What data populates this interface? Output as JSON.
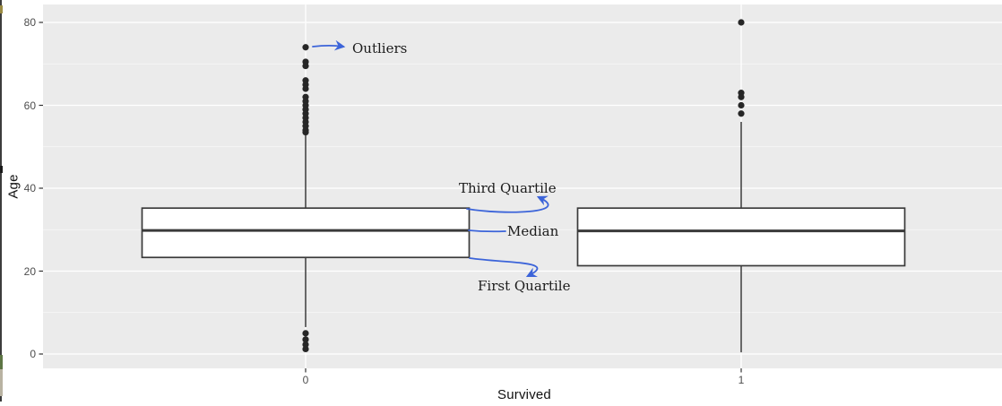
{
  "chart_data": {
    "type": "boxplot",
    "title": "",
    "xlabel": "Survived",
    "ylabel": "Age",
    "x_categories": [
      "0",
      "1"
    ],
    "y_ticks": [
      0,
      20,
      40,
      60,
      80
    ],
    "y_minor_ticks": [
      10,
      30,
      50,
      70
    ],
    "ylim": [
      -3.5,
      84.5
    ],
    "grid": "on",
    "legend": "none",
    "groups": [
      {
        "category": "0",
        "whisker_low": 6.5,
        "q1": 23.3,
        "median": 29.8,
        "q3": 35.2,
        "whisker_high": 52.8,
        "outliers_high": [
          74,
          70.5,
          69.5,
          66,
          65,
          64,
          62,
          61,
          60,
          59,
          58,
          57,
          56,
          55,
          54,
          53.5
        ],
        "outliers_low": [
          5,
          3.5,
          2.3,
          1.2
        ]
      },
      {
        "category": "1",
        "whisker_low": 0.4,
        "q1": 21.3,
        "median": 29.7,
        "q3": 35.2,
        "whisker_high": 56,
        "outliers_high": [
          80,
          63,
          62,
          60,
          58
        ],
        "outliers_low": []
      }
    ],
    "annotations": [
      {
        "id": "outliers",
        "text": "Outliers"
      },
      {
        "id": "third-quartile",
        "text": "Third Quartile"
      },
      {
        "id": "median",
        "text": "Median"
      },
      {
        "id": "first-quartile",
        "text": "First Quartile"
      }
    ],
    "annotation_color": "#3c64d9",
    "colors": {
      "panel_bg": "#ebebeb",
      "gridline": "#ffffff",
      "box_fill": "#ffffff",
      "box_stroke": "#3a3a3a",
      "point": "#262626",
      "tick_mark": "#333333",
      "tick_label": "#4d4d4d",
      "axis_title": "#111111"
    }
  }
}
